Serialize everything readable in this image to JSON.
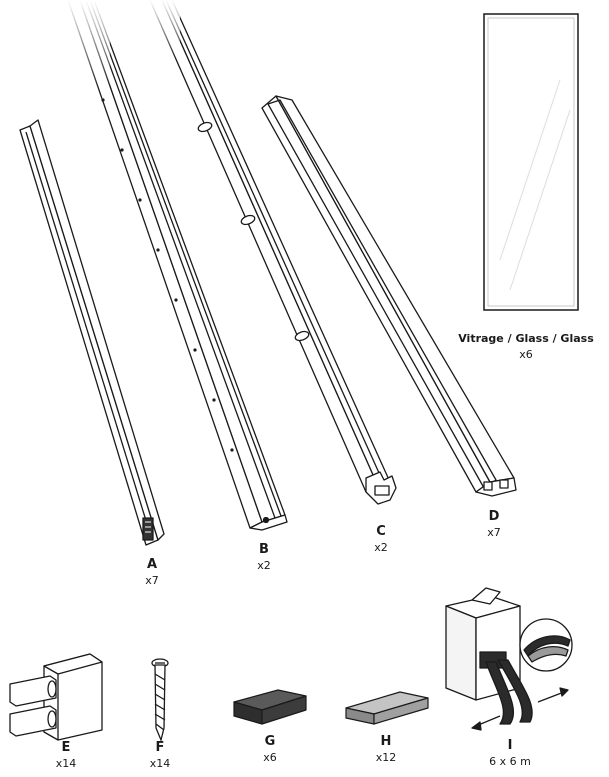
{
  "parts": {
    "a": {
      "letter": "A",
      "qty": "x7"
    },
    "b": {
      "letter": "B",
      "qty": "x2"
    },
    "c": {
      "letter": "C",
      "qty": "x2"
    },
    "d": {
      "letter": "D",
      "qty": "x7"
    },
    "e": {
      "letter": "E",
      "qty": "x14"
    },
    "f": {
      "letter": "F",
      "qty": "x14"
    },
    "g": {
      "letter": "G",
      "qty": "x6"
    },
    "h": {
      "letter": "H",
      "qty": "x12"
    },
    "i": {
      "letter": "I",
      "qty": "6 x 6 m"
    }
  },
  "glass": {
    "title": "Vitrage / Glass / Glass",
    "qty": "x6"
  },
  "colors": {
    "line": "#1a1a1a",
    "fill": "#ffffff",
    "dark_block": "#3a3a3a",
    "grey_block": "#9a9a9a",
    "tape": "#2b2b2b"
  }
}
